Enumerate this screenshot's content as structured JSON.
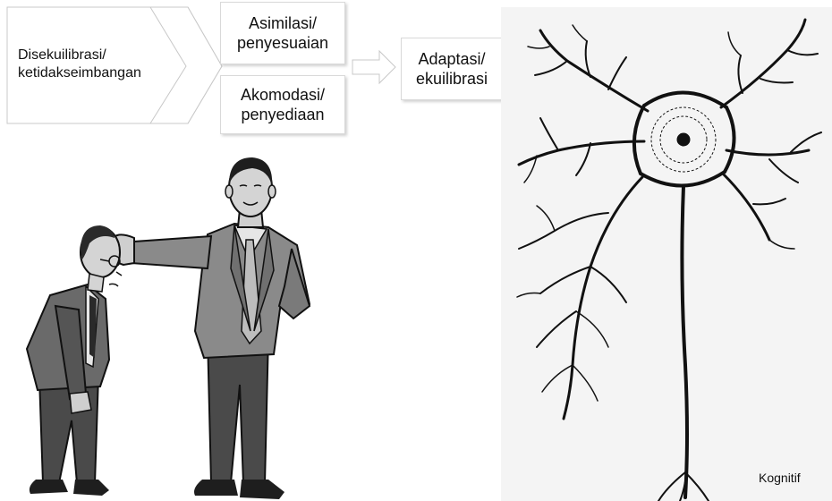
{
  "diagram": {
    "disekuilibrasi": {
      "line1": "Disekuilibrasi/",
      "line2": "ketidakseimbangan"
    },
    "asimilasi": {
      "line1": "Asimilasi/",
      "line2": "penyesuaian"
    },
    "akomodasi": {
      "line1": "Akomodasi/",
      "line2": "penyediaan"
    },
    "adaptasi": {
      "line1": "Adaptasi/",
      "line2": "ekuilibrasi"
    }
  },
  "neuron_caption": "Kognitif",
  "colors": {
    "box_border": "#d9d9d9",
    "arrow_stroke": "#c8c8c8",
    "figure_gray": "#7a7a7a",
    "figure_dark": "#3e3e3e",
    "neuron_ink": "#111111",
    "neuron_bg": "#f4f4f4"
  }
}
